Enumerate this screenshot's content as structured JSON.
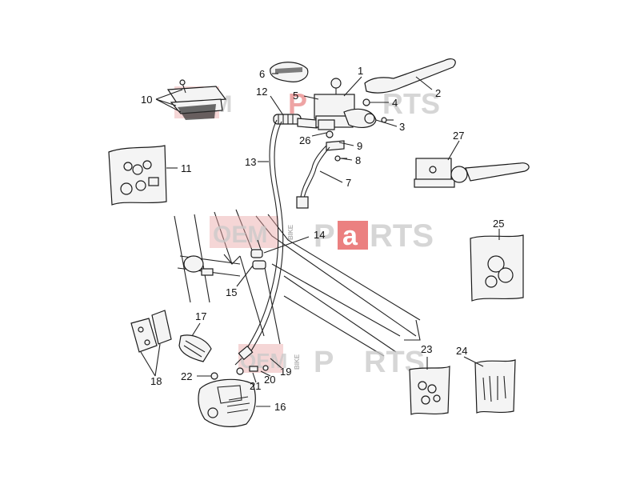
{
  "diagram": {
    "callouts": [
      "1",
      "2",
      "3",
      "4",
      "5",
      "6",
      "7",
      "8",
      "9",
      "10",
      "11",
      "12",
      "13",
      "14",
      "15",
      "16",
      "17",
      "18",
      "19",
      "20",
      "21",
      "22",
      "23",
      "24",
      "25",
      "26",
      "27"
    ]
  },
  "watermark": {
    "oem": "OEM",
    "bike": "BIKE",
    "p": "P",
    "a": "a",
    "rts": "RTS"
  }
}
